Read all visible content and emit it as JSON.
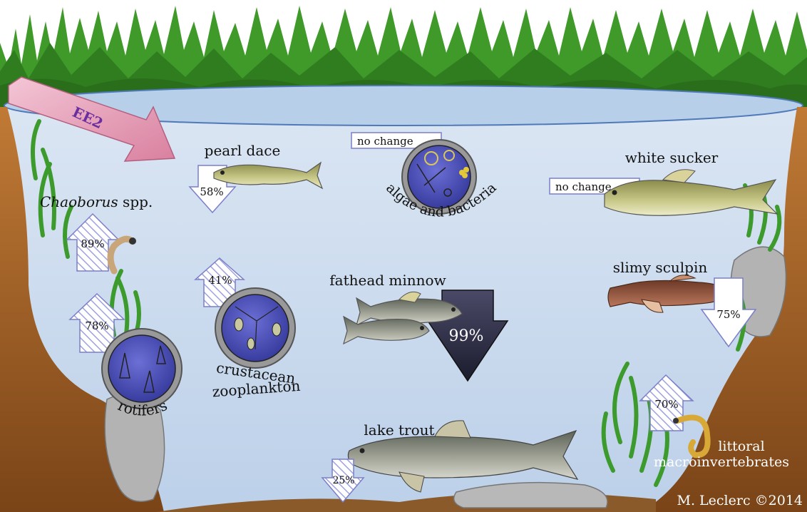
{
  "credit": "M. Leclerc ©2014",
  "source_label": "EE2",
  "badge_no_change": "no change",
  "organisms": {
    "pearl_dace": {
      "label": "pearl dace",
      "change": "58%",
      "direction": "down"
    },
    "chaoborus": {
      "label_italic": "Chaoborus",
      "label_rest": " spp.",
      "change": "89%",
      "direction": "up"
    },
    "rotifers": {
      "label": "rotifers",
      "change": "78%",
      "direction": "up"
    },
    "crustacean": {
      "label_line1": "crustacean",
      "label_line2": "zooplankton",
      "change": "41%",
      "direction": "up"
    },
    "algae": {
      "label": "algae and bacteria",
      "status": "no change"
    },
    "fathead_minnow": {
      "label": "fathead minnow",
      "change": "99%",
      "direction": "down"
    },
    "white_sucker": {
      "label": "white sucker",
      "status": "no change"
    },
    "slimy_sculpin": {
      "label": "slimy sculpin",
      "change": "75%",
      "direction": "down"
    },
    "lake_trout": {
      "label": "lake trout",
      "change": "25%",
      "direction": "down"
    },
    "littoral": {
      "label_line1": "littoral",
      "label_line2": "macroinvertebrates",
      "change": "70%",
      "direction": "up"
    }
  },
  "colors": {
    "water": "#c9d8ec",
    "sky": "#ffffff",
    "forest": "#3f9a2a",
    "shore": "#a9662a",
    "arrow_hatch": "#8a8fd6",
    "minnow_arrow": "#2b2b45",
    "source_arrow": "#e8a6c0",
    "circle_fill": "#4a4fb8"
  }
}
